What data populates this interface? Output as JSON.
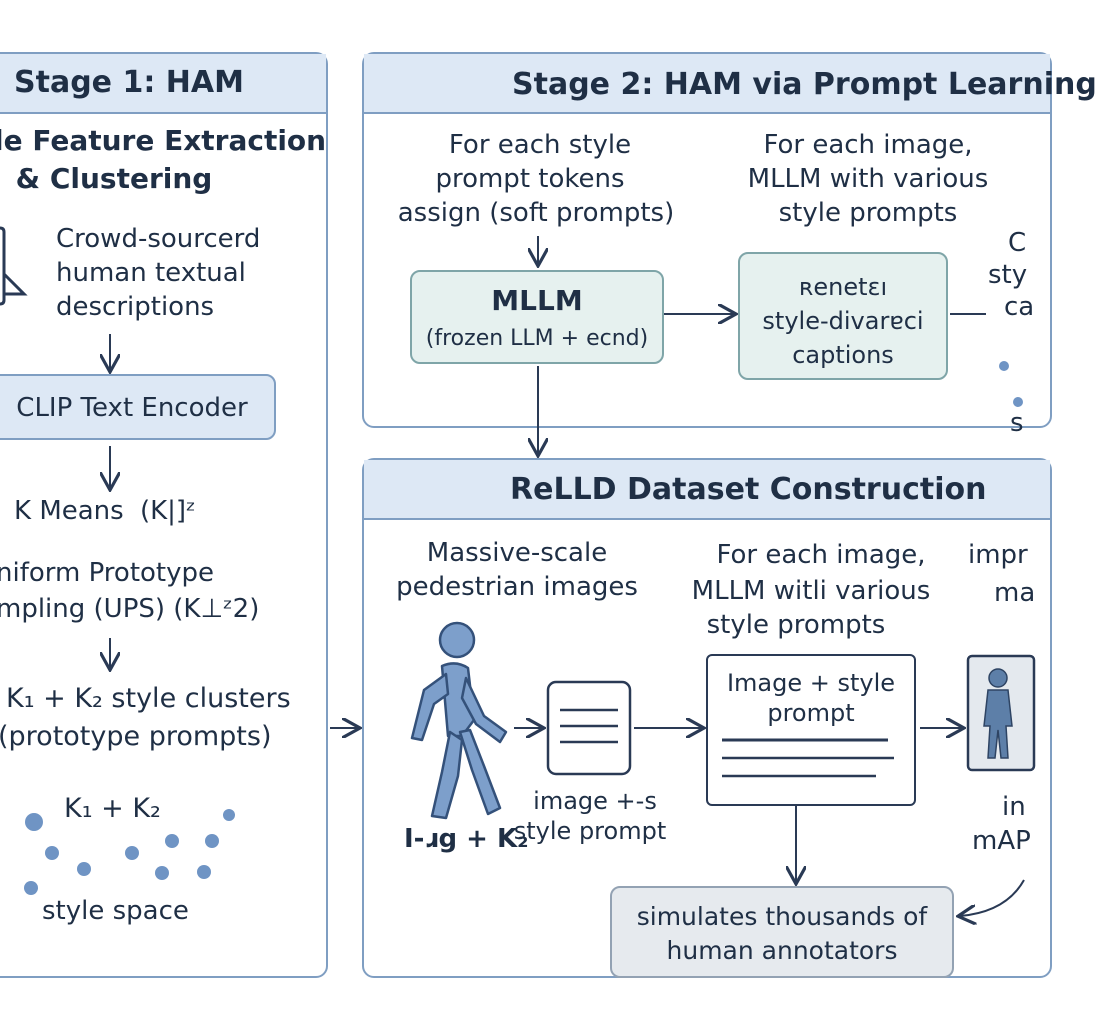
{
  "stage1": {
    "title": "Stage 1: HAM",
    "subtitle_line1": "le Feature Extraction",
    "subtitle_line2": "& Clustering",
    "crowd_text": [
      "Crowd-sourcerd",
      "human textual",
      "descriptions"
    ],
    "clip_encoder": "CLIP Text Encoder",
    "kmeans": "K Means",
    "kmeans_suffix": "(K|]ᶻ",
    "ups": [
      "niform Prototype",
      "mpling (UPS) (K⊥ᶻ2)"
    ],
    "clusters": [
      "K₁ + K₂ style clusters",
      "(prototype prompts)"
    ],
    "style_space_label": "K₁ + K₂",
    "style_space": "style space"
  },
  "stage2": {
    "title": "Stage 2: HAM via Prompt Learning",
    "tokens_text": [
      "For each style",
      "prompt tokens",
      "assign (soft prompts)"
    ],
    "mllm_title": "MLLM",
    "mllm_sub": "(frozen LLM + ecnd)",
    "each_image_text": [
      "For each image,",
      "MLLM with various",
      "style prompts"
    ],
    "generate_box": [
      "ʀenetɛı",
      "style-divarɐci",
      "captions"
    ],
    "edge_text": [
      "C",
      "sty",
      "ca"
    ],
    "edge_s": "s"
  },
  "reid": {
    "title": "ReLLD Dataset Construction",
    "massive": [
      "Massive-scale",
      "pedestrian images"
    ],
    "pedestrian_label": "I‑ɹg + K₂",
    "image_style_small": [
      "image +-s",
      "style prompt"
    ],
    "each_image_text": [
      "For each image,",
      "MLLM witli various",
      "style prompts"
    ],
    "prompt_box": [
      "Image + style",
      "prompt"
    ],
    "simulates": [
      "simulates thousands of",
      "human annotators"
    ],
    "edge_top": [
      "impr",
      "ma"
    ],
    "edge_bottom": [
      "in",
      "mAP"
    ]
  },
  "colors": {
    "panel_border": "#7f9ec2",
    "header_fill": "#dde8f5",
    "teal_box": "#e6f1ef",
    "person": "#7d9fcb",
    "dot": "#6f94c4",
    "text": "#1f2f45"
  },
  "icons": [
    "document-icon",
    "pedestrian-icon",
    "text-lines-icon",
    "person-thumbnail-icon"
  ]
}
